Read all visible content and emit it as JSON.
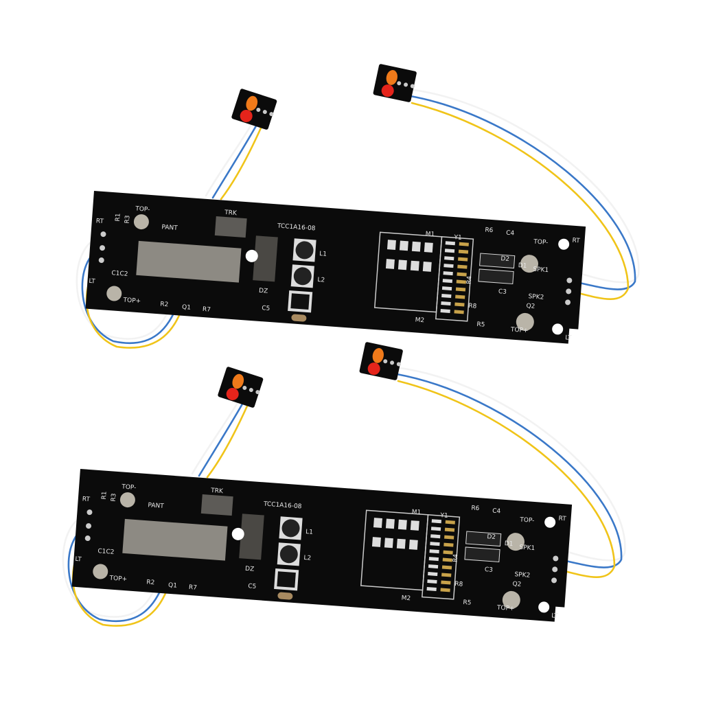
{
  "colors": {
    "pcb": "#0b0b0b",
    "silk": "#e8e8e8",
    "pad": "#b9b4a8",
    "wire_white": "#f2f2f2",
    "wire_blue": "#3a78c8",
    "wire_yellow": "#f0c419",
    "led_red": "#e5241b",
    "led_orange": "#f07a1a"
  },
  "board_labels": [
    {
      "id": "top-minus-left",
      "text": "TOP-"
    },
    {
      "id": "rt-left",
      "text": "RT"
    },
    {
      "id": "r1",
      "text": "R1"
    },
    {
      "id": "r3",
      "text": "R3"
    },
    {
      "id": "pant",
      "text": "PANT"
    },
    {
      "id": "trk",
      "text": "TRK"
    },
    {
      "id": "model",
      "text": "TCC1A16-08"
    },
    {
      "id": "l1",
      "text": "L1"
    },
    {
      "id": "l2",
      "text": "L2"
    },
    {
      "id": "dz",
      "text": "DZ"
    },
    {
      "id": "c5",
      "text": "C5"
    },
    {
      "id": "r2",
      "text": "R2"
    },
    {
      "id": "q1",
      "text": "Q1"
    },
    {
      "id": "r7",
      "text": "R7"
    },
    {
      "id": "c1c2",
      "text": "C1C2"
    },
    {
      "id": "lt-left",
      "text": "LT"
    },
    {
      "id": "top-plus-left",
      "text": "TOP+"
    },
    {
      "id": "m1",
      "text": "M1"
    },
    {
      "id": "m2",
      "text": "M2"
    },
    {
      "id": "y1",
      "text": "Y1"
    },
    {
      "id": "r6",
      "text": "R6"
    },
    {
      "id": "c4",
      "text": "C4"
    },
    {
      "id": "top-minus-right",
      "text": "TOP-"
    },
    {
      "id": "rt-right",
      "text": "RT"
    },
    {
      "id": "d2",
      "text": "D2"
    },
    {
      "id": "d1",
      "text": "D1"
    },
    {
      "id": "spk1",
      "text": "SPK1"
    },
    {
      "id": "spk2",
      "text": "SPK2"
    },
    {
      "id": "r4",
      "text": "R4"
    },
    {
      "id": "c3",
      "text": "C3"
    },
    {
      "id": "r8",
      "text": "R8"
    },
    {
      "id": "q2",
      "text": "Q2"
    },
    {
      "id": "r5",
      "text": "R5"
    },
    {
      "id": "top-plus-right",
      "text": "TOP+"
    },
    {
      "id": "lt-right",
      "text": "LT"
    }
  ],
  "board_count": 2
}
